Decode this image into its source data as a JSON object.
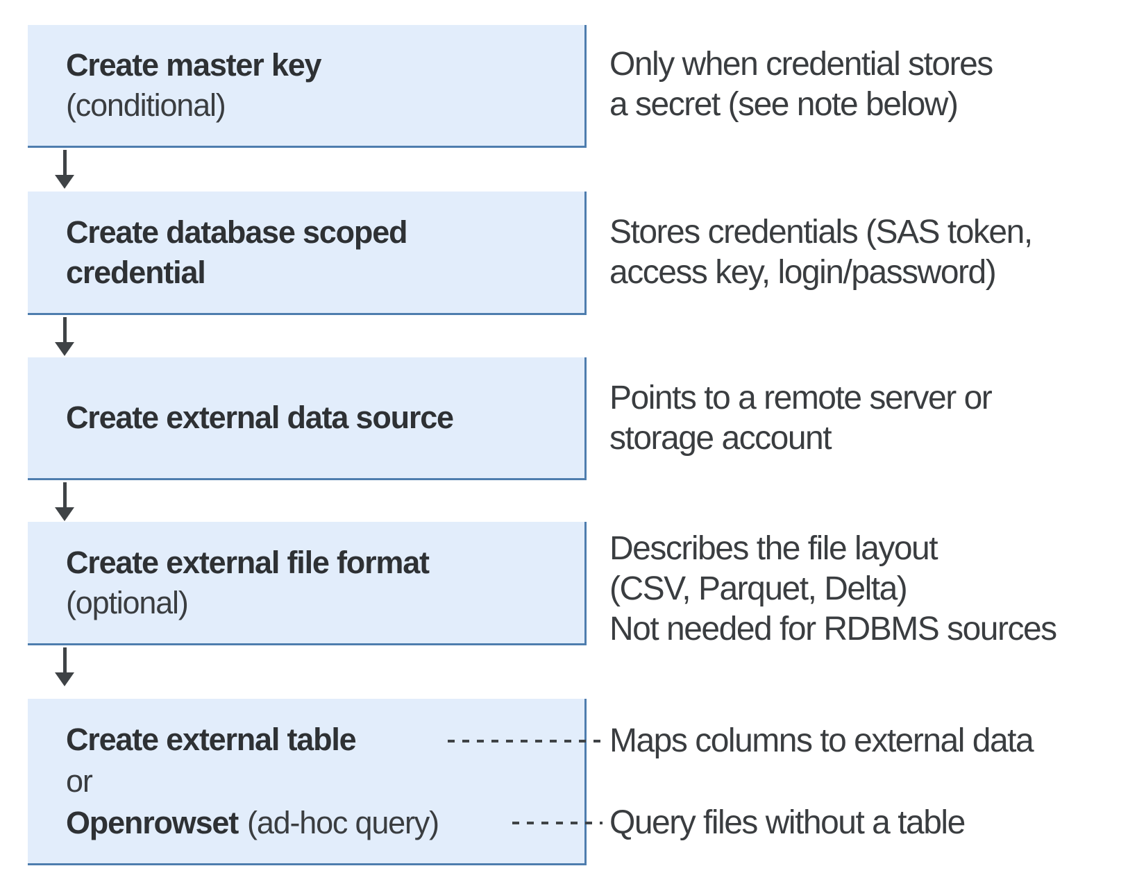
{
  "colors": {
    "box_fill": "#e2edfb",
    "box_border": "#4e7dae",
    "title_text": "#2e3134",
    "body_text": "#3a3d40",
    "connector": "#3f4346"
  },
  "flow": {
    "steps": [
      {
        "title": "Create master key",
        "qualifier": "(conditional)",
        "note": [
          "Only when credential stores",
          "a secret (see note below)"
        ]
      },
      {
        "title_lines": [
          "Create database scoped",
          "credential"
        ],
        "note": [
          "Stores credentials (SAS token,",
          "access key, login/password)"
        ]
      },
      {
        "title": "Create external data source",
        "note": [
          "Points to a remote server or",
          "storage account"
        ]
      },
      {
        "title": "Create external file format",
        "qualifier": "(optional)",
        "note": [
          "Describes the file layout",
          "(CSV, Parquet, Delta)",
          "Not needed for RDBMS sources"
        ]
      },
      {
        "title": "Create external table",
        "or_label": "or",
        "alt_title": "Openrowset",
        "alt_qualifier": "(ad-hoc query)",
        "note_table": "Maps columns to external data",
        "note_openrowset": "Query files without a table"
      }
    ]
  }
}
